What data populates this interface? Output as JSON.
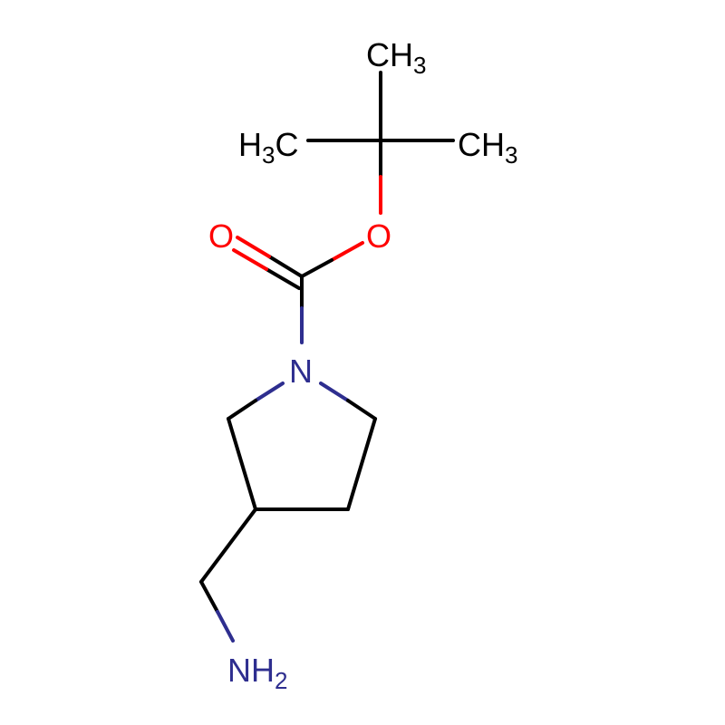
{
  "molecule": {
    "colors": {
      "carbon": "#000000",
      "oxygen": "#ff0000",
      "nitrogen": "#2e2e8f",
      "background": "#ffffff"
    },
    "labels": {
      "ch3_top": {
        "main": "CH",
        "sub": "3"
      },
      "ch3_left": {
        "main": "H",
        "sub": "3",
        "tail": "C"
      },
      "ch3_right": {
        "main": "CH",
        "sub": "3"
      },
      "o_carbonyl": "O",
      "o_ester": "O",
      "n_ring": "N",
      "nh2": {
        "main": "NH",
        "sub": "2"
      }
    }
  }
}
